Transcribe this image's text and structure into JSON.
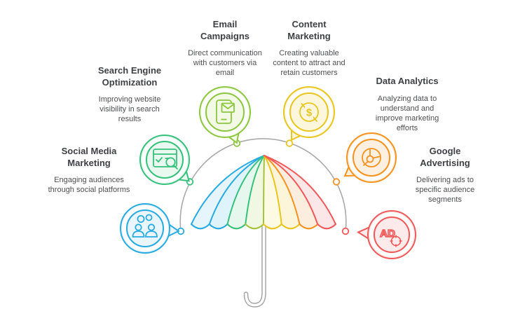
{
  "diagram": {
    "background": "#ffffff",
    "arc_color": "#A9A9A9",
    "text_colors": {
      "title": "#3f4043",
      "body": "#4e4f51"
    },
    "umbrella": {
      "pole_color": "#A3A3A3",
      "panel_fills": [
        "#E6F4FC",
        "#DFF3FB",
        "#E6F8EE",
        "#F0F8E4",
        "#FCFAE3",
        "#FCF5DA",
        "#FCEEDF",
        "#FBE7E7"
      ],
      "rib_colors": [
        "#29ABE2",
        "#29ABE2",
        "#36C17C",
        "#36C17C",
        "#A4C23C",
        "#E9C51F",
        "#F6921E",
        "#F0595A",
        "#F0595A"
      ],
      "scallop_colors": [
        "#29ABE2",
        "#29ABE2",
        "#36C17C",
        "#A4C23C",
        "#E9C51F",
        "#E9C51F",
        "#F6921E",
        "#F0595A"
      ]
    },
    "arc_dot_colors": [
      "#29ABE2",
      "#36C17C",
      "#8DC63F",
      "#E9C51F",
      "#F6921E",
      "#F0595A"
    ],
    "nodes": [
      {
        "id": "email-campaigns",
        "title": "Email Campaigns",
        "description": "Direct communication with customers via email",
        "color": "#8DC63F",
        "fill": "#F2F9E4",
        "icon": "phone-email-icon",
        "glyph_text": ""
      },
      {
        "id": "content-marketing",
        "title": "Content Marketing",
        "description": "Creating valuable content to attract and retain customers",
        "color": "#E9C51F",
        "fill": "#FCF7DC",
        "icon": "dollar-coin-icon",
        "glyph_text": "$"
      },
      {
        "id": "search-engine-optimization",
        "title": "Search Engine Optimization",
        "description": "Improving website visibility in search results",
        "color": "#36C17C",
        "fill": "#E9F9F0",
        "icon": "browser-search-icon",
        "glyph_text": ""
      },
      {
        "id": "data-analytics",
        "title": "Data Analytics",
        "description": "Analyzing data to understand and improve marketing efforts",
        "color": "#F6921E",
        "fill": "#FDF0E0",
        "icon": "pie-chart-icon",
        "glyph_text": ""
      },
      {
        "id": "social-media-marketing",
        "title": "Social Media Marketing",
        "description": "Engaging audiences through social platforms",
        "color": "#29ABE2",
        "fill": "#E9F6FD",
        "icon": "people-chat-icon",
        "glyph_text": ""
      },
      {
        "id": "google-advertising",
        "title": "Google Advertising",
        "description": "Delivering ads to specific audience segments",
        "color": "#F0595A",
        "fill": "#FDEAEA",
        "icon": "ad-target-icon",
        "glyph_text": "AD"
      }
    ]
  }
}
